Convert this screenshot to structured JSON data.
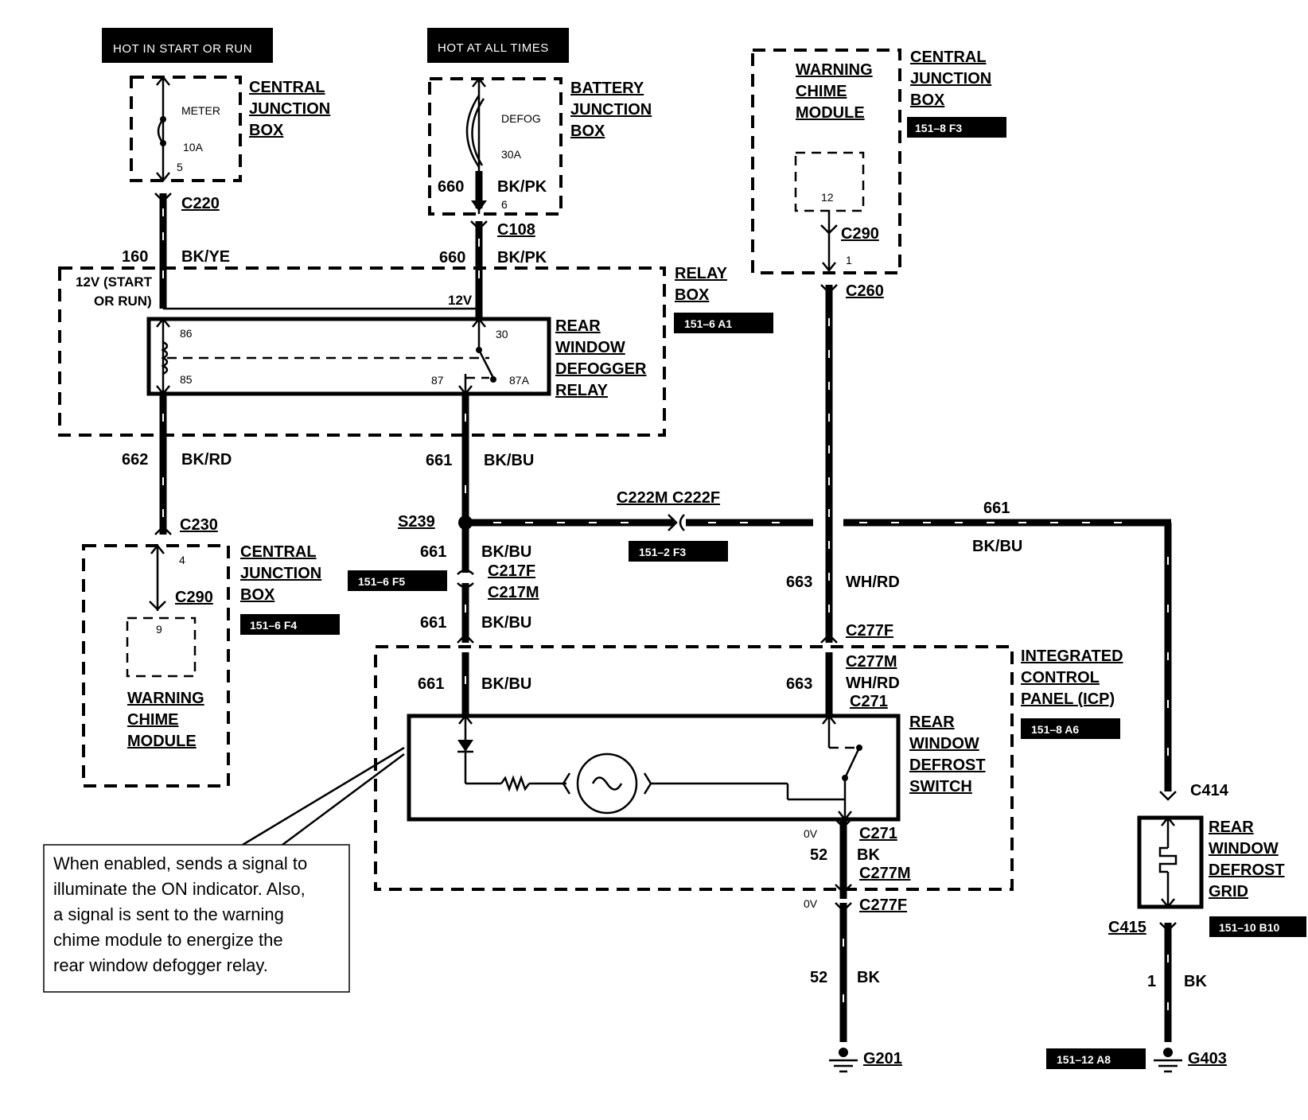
{
  "headers": {
    "hot_start_run": "HOT IN START OR RUN",
    "hot_all_times": "HOT AT ALL TIMES"
  },
  "cjb_top": {
    "title": [
      "CENTRAL",
      "JUNCTION",
      "BOX"
    ],
    "fuse_name": "METER",
    "fuse_rating": "10A",
    "pin": "5"
  },
  "bjb": {
    "title": [
      "BATTERY",
      "JUNCTION",
      "BOX"
    ],
    "fuse_name": "DEFOG",
    "fuse_rating": "30A",
    "circuit": "660",
    "color": "BK/PK",
    "pin": "6"
  },
  "wcm_top": {
    "title": [
      "WARNING",
      "CHIME",
      "MODULE"
    ],
    "cjb_title": [
      "CENTRAL",
      "JUNCTION",
      "BOX"
    ],
    "ref": "151–8 F3",
    "pin": "12",
    "connector": "C290",
    "connector_pin": "1"
  },
  "connectors": {
    "c220": "C220",
    "c108": "C108",
    "c260": "C260",
    "c230": "C230",
    "c222": "C222M C222F",
    "c217f": "C217F",
    "c217m": "C217M",
    "c277f_top": "C277F",
    "c277m_top": "C277M",
    "c271_top": "C271",
    "c271_bot": "C271",
    "c277m_bot": "C277M",
    "c277f_bot": "C277F",
    "c414": "C414",
    "c415": "C415",
    "s239": "S239",
    "g201": "G201",
    "g403": "G403"
  },
  "wires": {
    "w160": "160",
    "w160_color": "BK/YE",
    "w660": "660",
    "w660_color": "BK/PK",
    "w662": "662",
    "w662_color": "BK/RD",
    "w661_a": "661",
    "w661_a_color": "BK/BU",
    "w661_b": "661",
    "w661_b_color": "BK/BU",
    "w661_c": "661",
    "w661_c_color": "BK/BU",
    "w661_d": "661",
    "w661_d_color": "BK/BU",
    "w661_right": "661",
    "w661_right_color": "BK/BU",
    "w663_a": "663",
    "w663_a_color": "WH/RD",
    "w663_b": "663",
    "w663_b_color": "WH/RD",
    "w52_a": "52",
    "w52_a_color": "BK",
    "w52_b": "52",
    "w52_b_color": "BK",
    "w1": "1",
    "w1_color": "BK",
    "ov_a": "0V",
    "ov_b": "0V"
  },
  "relay_box": {
    "title": [
      "RELAY",
      "BOX"
    ],
    "ref": "151–6 A1",
    "v12_left": [
      "12V (START",
      "OR RUN)"
    ],
    "v12_right": "12V",
    "relay_title": [
      "REAR",
      "WINDOW",
      "DEFOGGER",
      "RELAY"
    ],
    "pins": {
      "p86": "86",
      "p85": "85",
      "p30": "30",
      "p87": "87",
      "p87a": "87A"
    }
  },
  "wcm_left": {
    "cjb_title": [
      "CENTRAL",
      "JUNCTION",
      "BOX"
    ],
    "ref": "151–6 F4",
    "pin4": "4",
    "connector": "C290",
    "pin9": "9",
    "title": [
      "WARNING",
      "CHIME",
      "MODULE"
    ]
  },
  "refs": {
    "c222_ref": "151–2 F3",
    "c217_ref": "151–6 F5",
    "icp_ref": "151–8 A6",
    "grid_ref": "151–10 B10",
    "ground_ref": "151–12 A8"
  },
  "icp": {
    "title": [
      "INTEGRATED",
      "CONTROL",
      "PANEL (ICP)"
    ],
    "switch_title": [
      "REAR",
      "WINDOW",
      "DEFROST",
      "SWITCH"
    ]
  },
  "grid": {
    "title": [
      "REAR",
      "WINDOW",
      "DEFROST",
      "GRID"
    ]
  },
  "note": {
    "lines": [
      "When enabled, sends a signal to",
      "illuminate the ON indicator.  Also,",
      "a signal is sent to the warning",
      "chime module to energize the",
      "rear window defogger relay."
    ]
  }
}
